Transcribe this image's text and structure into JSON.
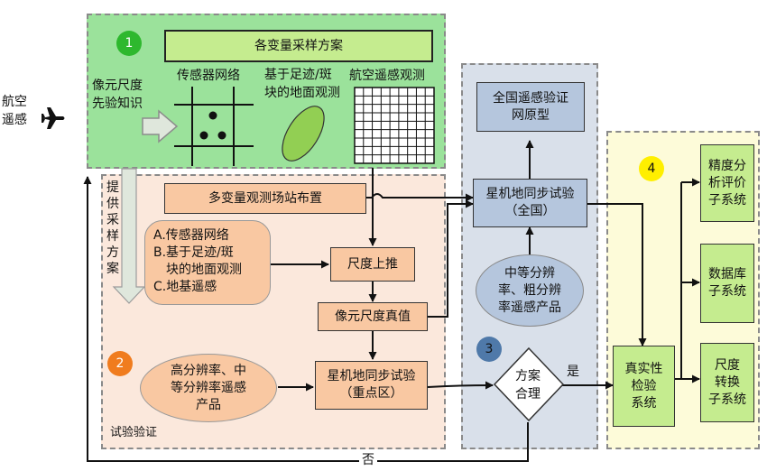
{
  "left_input": {
    "line1": "航空",
    "line2": "遥感"
  },
  "zone1": {
    "number": "1",
    "scheme_title": "各变量采样方案",
    "prior_line1": "像元尺度",
    "prior_line2": "先验知识",
    "sensor_network": "传感器网络",
    "footprint_line1": "基于足迹/斑",
    "footprint_line2": "块的地面观测",
    "airborne_obs": "航空遥感观测"
  },
  "provide_scheme": "提供采样方案",
  "zone2": {
    "number": "2",
    "station_layout": "多变量观测场站布置",
    "methods": [
      "A.传感器网络",
      "B.基于足迹/斑",
      "　块的地面观测",
      "C.地基遥感"
    ],
    "upscale": "尺度上推",
    "pixel_truth": "像元尺度真值",
    "hires_line1": "高分辨率、中",
    "hires_line2": "等分辨率遥感",
    "hires_line3": "产品",
    "sync_key_line1": "星机地同步试验",
    "sync_key_line2": "（重点区）",
    "label": "试验验证"
  },
  "zone3": {
    "number": "3",
    "national_net_line1": "全国遥感验证",
    "national_net_line2": "网原型",
    "sync_nat_line1": "星机地同步试验",
    "sync_nat_line2": "（全国）",
    "prod_line1": "中等分辨",
    "prod_line2": "率、粗分辨",
    "prod_line3": "率遥感产品",
    "decision_line1": "方案",
    "decision_line2": "合理",
    "yes": "是",
    "no": "否"
  },
  "zone4": {
    "number": "4",
    "authenticity_line1": "真实性",
    "authenticity_line2": "检验",
    "authenticity_line3": "系统",
    "accuracy_line1": "精度分",
    "accuracy_line2": "析评价",
    "accuracy_line3": "子系统",
    "database_line1": "数据库",
    "database_line2": "子系统",
    "scale_line1": "尺度",
    "scale_line2": "转换",
    "scale_line3": "子系统"
  },
  "colors": {
    "zone1_fill": "#9be29b",
    "zone2_fill": "#fbe8dc",
    "zone3_fill": "#d9e0ea",
    "zone4_fill": "#fdfbd9",
    "blue_box": "#b5c6dd",
    "orange_box": "#f9c8a2",
    "green_box": "#c5ec8f",
    "num1": "#2eb82e",
    "num2": "#f07c1e",
    "num3": "#4f79a9",
    "num4": "#ffef00"
  },
  "icons": [
    "airplane-icon",
    "sensor-grid-icon",
    "ellipse-plot-icon",
    "raster-grid-icon"
  ]
}
